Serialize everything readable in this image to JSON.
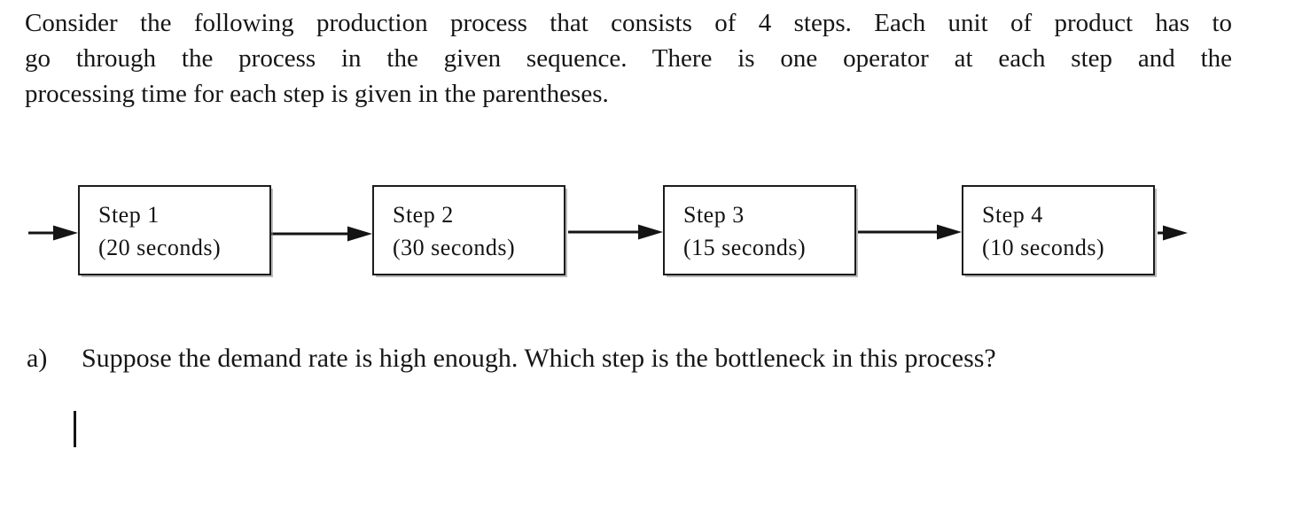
{
  "intro": {
    "lines": [
      "Consider the following production process that consists of 4 steps. Each unit of product has to",
      "go through the process in the given sequence. There is one operator at each step and the",
      "processing time for each step is given in the parentheses."
    ]
  },
  "diagram": {
    "flow_direction": "left-to-right",
    "steps": [
      {
        "title": "Step 1",
        "time": "(20 seconds)",
        "seconds": 20
      },
      {
        "title": "Step 2",
        "time": "(30 seconds)",
        "seconds": 30
      },
      {
        "title": "Step 3",
        "time": "(15 seconds)",
        "seconds": 15
      },
      {
        "title": "Step 4",
        "time": "(10 seconds)",
        "seconds": 10
      }
    ]
  },
  "question": {
    "marker": "a)",
    "text": "Suppose the demand rate is high enough. Which step is the bottleneck in this process?"
  },
  "colors": {
    "text": "#161616",
    "background": "#ffffff",
    "box_border": "#1c1c1c",
    "box_shadow": "#828282"
  }
}
